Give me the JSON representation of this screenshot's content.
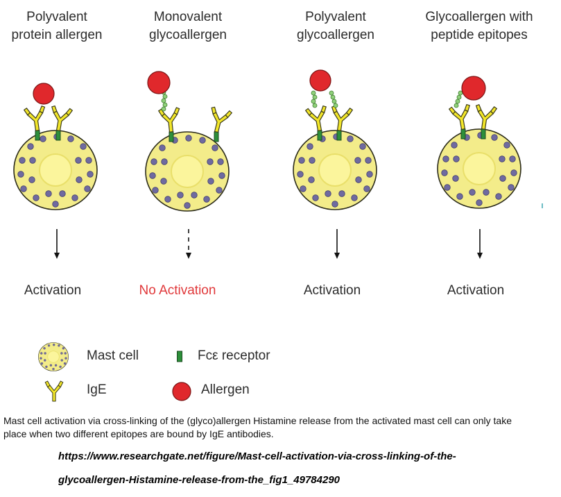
{
  "panels": [
    {
      "title_line1": "Polyvalent",
      "title_line2": "protein allergen",
      "outcome": "Activation"
    },
    {
      "title_line1": "Monovalent",
      "title_line2": "glycoallergen",
      "outcome": "No Activation"
    },
    {
      "title_line1": "Polyvalent",
      "title_line2": "glycoallergen",
      "outcome": "Activation"
    },
    {
      "title_line1": "Glycoallergen with",
      "title_line2": "peptide epitopes",
      "outcome": "Activation"
    }
  ],
  "legend": {
    "mast_cell": "Mast cell",
    "receptor": "Fcε receptor",
    "ige": "IgE",
    "allergen": "Allergen"
  },
  "caption": "Mast cell activation via cross-linking of the (glyco)allergen Histamine release from the activated mast cell can only take place when two different epitopes are bound by IgE antibodies.",
  "source": {
    "line1": "https://www.researchgate.net/figure/Mast-cell-activation-via-cross-linking-of-the-",
    "line2": "glycoallergen-Histamine-release-from-the_fig1_49784290"
  },
  "colors": {
    "cell_fill": "#f3ec8a",
    "cell_stroke": "#2a2a1a",
    "nucleus": "#fbf59c",
    "granule": "#6f6aa0",
    "ige": "#f2e62a",
    "receptor": "#2d8f3a",
    "allergen": "#e0282c",
    "glycan": "#8fd07a",
    "negative_text": "#e0383a"
  }
}
